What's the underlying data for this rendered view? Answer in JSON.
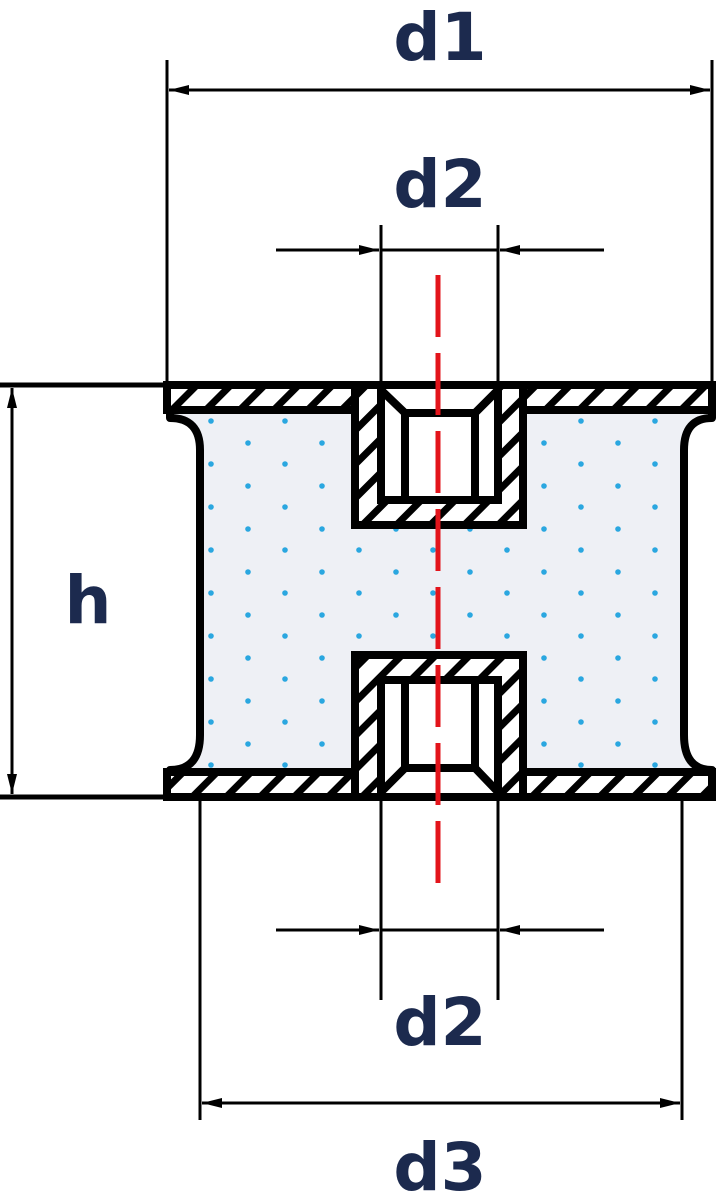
{
  "labels": {
    "d1": "d1",
    "d2_top": "d2",
    "d2_bottom": "d2",
    "d3": "d3",
    "h": "h"
  },
  "colors": {
    "ink": "#000000",
    "label": "#1c2a4e",
    "centerline": "#e3141b",
    "rubber_fill": "#eef0f5",
    "rubber_dots": "#2aa7e0"
  }
}
